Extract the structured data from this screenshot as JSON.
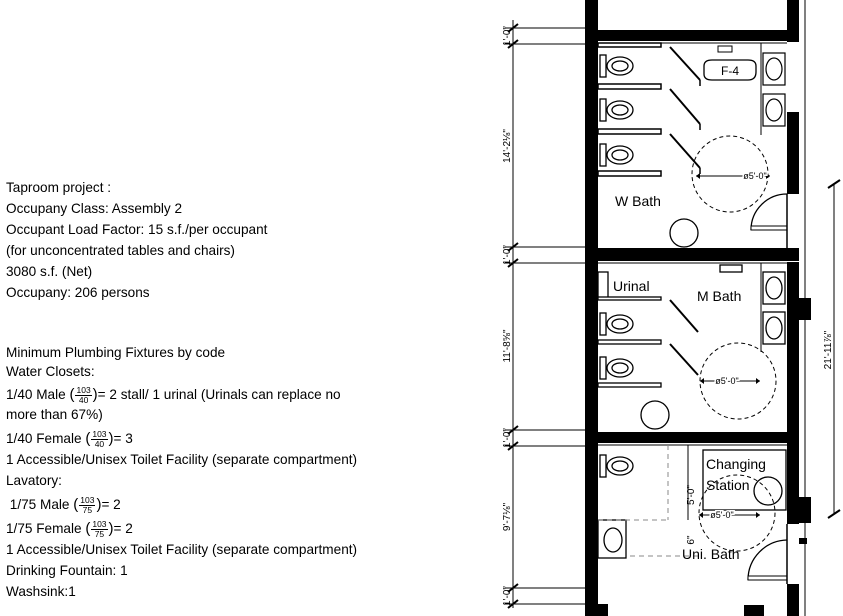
{
  "notes": {
    "project": [
      "Taproom project :",
      "Occupany Class: Assembly 2",
      "Occupant Load Factor: 15 s.f./per occupant",
      "(for unconcentrated tables and chairs)",
      "3080 s.f. (Net)",
      "Occupany: 206 persons"
    ],
    "fixtures_title": "Minimum Plumbing Fixtures by code",
    "water_closets_label": "Water Closets:",
    "wc_male": {
      "prefix": "1/40 Male ",
      "num": "103",
      "den": "40",
      "suffix": "= 2 stall/ 1 urinal (Urinals can replace no more than 67%)"
    },
    "wc_female": {
      "prefix": "1/40 Female ",
      "num": "103",
      "den": "40",
      "suffix": "= 3"
    },
    "wc_unisex": "1 Accessible/Unisex Toilet Facility (separate compartment)",
    "lavatory_label": "Lavatory:",
    "lav_male": {
      "prefix": " 1/75 Male ",
      "num": "103",
      "den": "75",
      "suffix": "= 2"
    },
    "lav_female": {
      "prefix": "1/75 Female ",
      "num": "103",
      "den": "75",
      "suffix": "= 2"
    },
    "lav_unisex": "1 Accessible/Unisex Toilet Facility (separate compartment)",
    "drinking_fountain": "Drinking Fountain: 1",
    "washsink": "Washsink:1"
  },
  "plan": {
    "rooms": {
      "w_bath": "W Bath",
      "m_bath": "M Bath",
      "urinal": "Urinal",
      "changing_1": "Changing",
      "changing_2": "Station",
      "uni_bath": "Uni. Bath"
    },
    "tags": {
      "fountain": "F-4"
    },
    "turning_circles": {
      "w": "ø5'-0\"",
      "m": "ø5'-0\"",
      "u": "ø5'-0\""
    },
    "dims_left": {
      "d1": "1'-0\"",
      "d2": "14'-2⅛\"",
      "d3": "1'-0\"",
      "d4": "11'-8⅝\"",
      "d5": "1'-0\"",
      "d6": "9'-7⅛\"",
      "d7": "1'-0\""
    },
    "dims_inner": {
      "five_ft": "5'-0\"",
      "six_in": "6\""
    },
    "dims_right": {
      "total": "21'-11⅞\""
    }
  }
}
